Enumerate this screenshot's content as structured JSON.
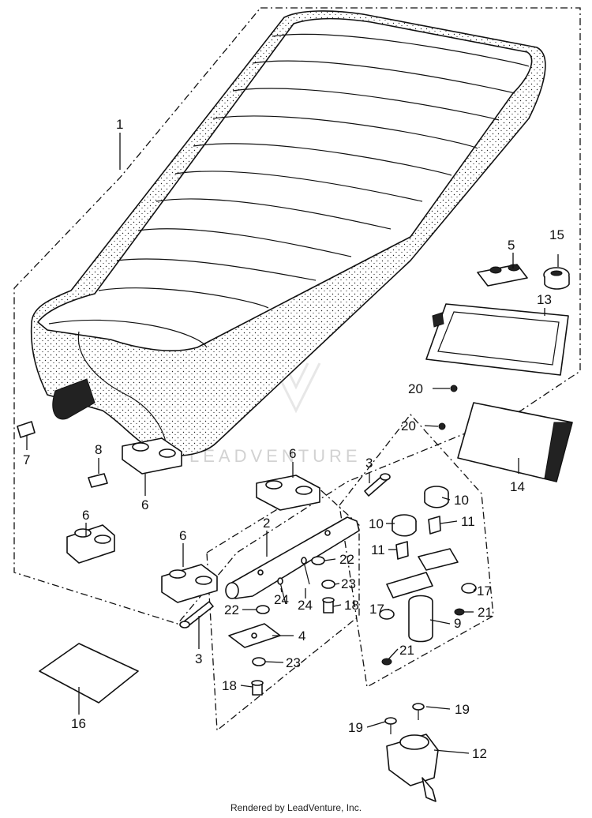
{
  "watermark": "LEADVENTURE",
  "footer": "Rendered by LeadVenture, Inc.",
  "callouts": [
    {
      "id": "1",
      "label": "1"
    },
    {
      "id": "2",
      "label": "2"
    },
    {
      "id": "3a",
      "label": "3"
    },
    {
      "id": "3b",
      "label": "3"
    },
    {
      "id": "4",
      "label": "4"
    },
    {
      "id": "5",
      "label": "5"
    },
    {
      "id": "6a",
      "label": "6"
    },
    {
      "id": "6b",
      "label": "6"
    },
    {
      "id": "6c",
      "label": "6"
    },
    {
      "id": "6d",
      "label": "6"
    },
    {
      "id": "7",
      "label": "7"
    },
    {
      "id": "8",
      "label": "8"
    },
    {
      "id": "9",
      "label": "9"
    },
    {
      "id": "10a",
      "label": "10"
    },
    {
      "id": "10b",
      "label": "10"
    },
    {
      "id": "11a",
      "label": "11"
    },
    {
      "id": "11b",
      "label": "11"
    },
    {
      "id": "12",
      "label": "12"
    },
    {
      "id": "13",
      "label": "13"
    },
    {
      "id": "14",
      "label": "14"
    },
    {
      "id": "15",
      "label": "15"
    },
    {
      "id": "16",
      "label": "16"
    },
    {
      "id": "17a",
      "label": "17"
    },
    {
      "id": "17b",
      "label": "17"
    },
    {
      "id": "18a",
      "label": "18"
    },
    {
      "id": "18b",
      "label": "18"
    },
    {
      "id": "19a",
      "label": "19"
    },
    {
      "id": "19b",
      "label": "19"
    },
    {
      "id": "20a",
      "label": "20"
    },
    {
      "id": "20b",
      "label": "20"
    },
    {
      "id": "21a",
      "label": "21"
    },
    {
      "id": "21b",
      "label": "21"
    },
    {
      "id": "22a",
      "label": "22"
    },
    {
      "id": "22b",
      "label": "22"
    },
    {
      "id": "23a",
      "label": "23"
    },
    {
      "id": "23b",
      "label": "23"
    },
    {
      "id": "24a",
      "label": "24"
    },
    {
      "id": "24b",
      "label": "24"
    }
  ]
}
